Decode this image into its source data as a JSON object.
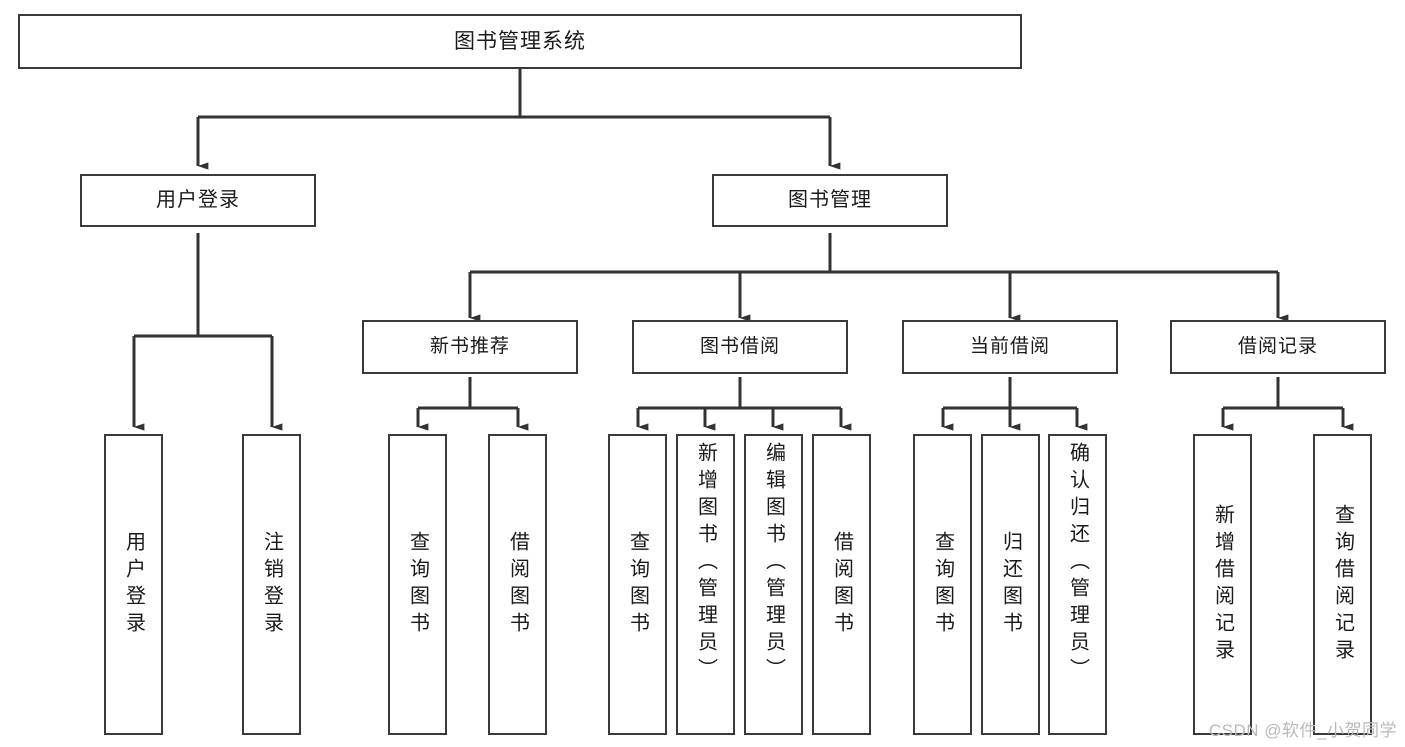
{
  "diagram": {
    "title": "图书管理系统",
    "type": "tree-hierarchy",
    "colors": {
      "box_border": "#3a3a3a",
      "box_fill": "#ffffff",
      "edge": "#333333",
      "text": "#1a1a1a",
      "watermark": "#b9b9b9",
      "background": "#ffffff"
    }
  },
  "root": {
    "label": "图书管理系统"
  },
  "level2": [
    {
      "label": "用户登录"
    },
    {
      "label": "图书管理"
    }
  ],
  "level3": [
    {
      "label": "新书推荐"
    },
    {
      "label": "图书借阅"
    },
    {
      "label": "当前借阅"
    },
    {
      "label": "借阅记录"
    }
  ],
  "leaves": {
    "user_login": [
      {
        "label": "用户登录"
      },
      {
        "label": "注销登录"
      }
    ],
    "new_book": [
      {
        "label": "查询图书"
      },
      {
        "label": "借阅图书"
      }
    ],
    "book_borrow": [
      {
        "label": "查询图书"
      },
      {
        "label": "新增图书（管理员）"
      },
      {
        "label": "编辑图书（管理员）"
      },
      {
        "label": "借阅图书"
      }
    ],
    "current_borrow": [
      {
        "label": "查询图书"
      },
      {
        "label": "归还图书"
      },
      {
        "label": "确认归还（管理员）"
      }
    ],
    "borrow_record": [
      {
        "label": "新增借阅记录"
      },
      {
        "label": "查询借阅记录"
      }
    ]
  },
  "watermark": {
    "text": "CSDN @软件_小贺同学"
  }
}
